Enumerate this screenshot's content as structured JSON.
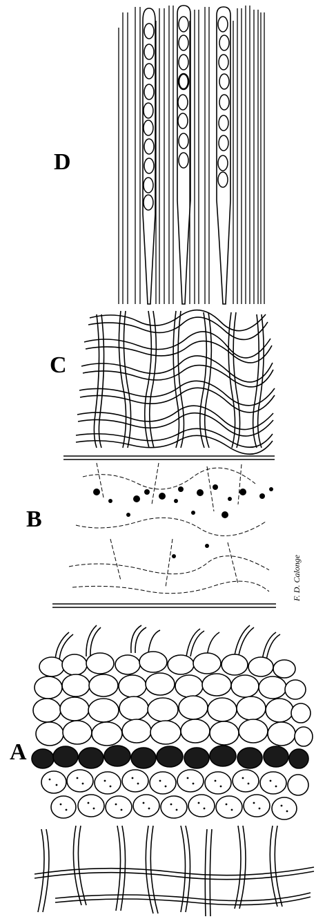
{
  "figure": {
    "labels": {
      "d": "D",
      "c": "C",
      "b": "B",
      "a": "A"
    },
    "signature": "F. D. Calonge",
    "colors": {
      "ink": "#000000",
      "paper": "#ffffff"
    }
  }
}
